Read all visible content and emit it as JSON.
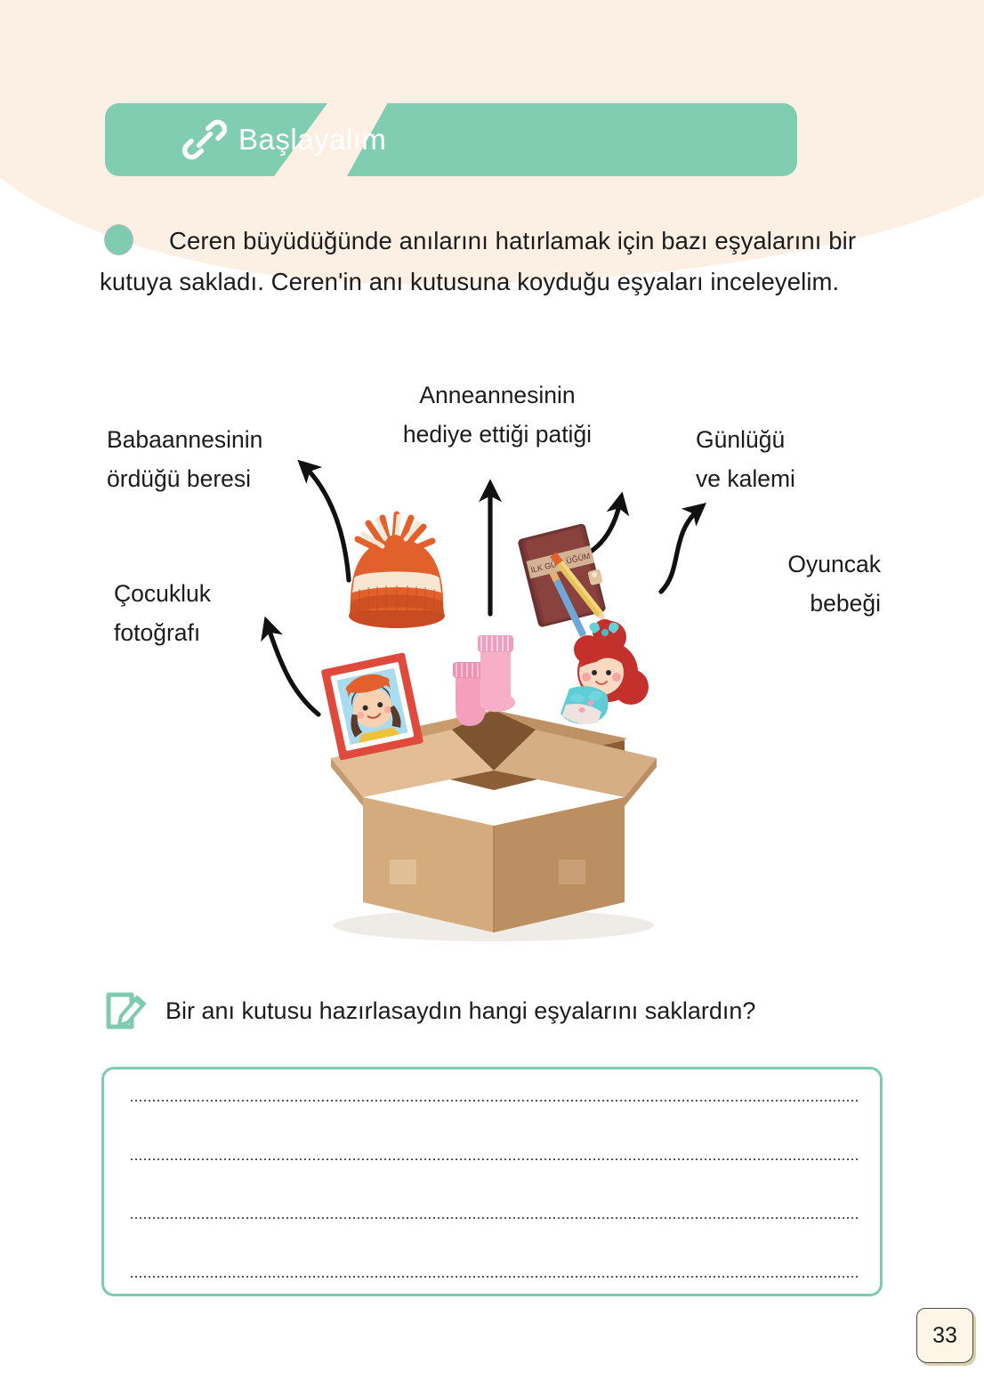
{
  "page": {
    "number": "33",
    "background_color": "#ffffff",
    "accent_color": "#80cdb2",
    "cream_color": "#fcefe3"
  },
  "header": {
    "icon": "link-chain-icon",
    "title": "Başlayalım"
  },
  "intro": {
    "bullet": "circle-bullet",
    "text": "Ceren büyüdüğünde anılarını hatırlamak için bazı eşyalarını bir kutuya sakladı. Ceren'in anı kutusuna koyduğu eşyaları inceleyelim."
  },
  "illustration": {
    "title": "memory-box-scene",
    "box": "open-cardboard-box",
    "callouts": [
      {
        "id": "beret",
        "label": "Babaannesinin\nördüğü beresi",
        "object": "orange-knitted-beanie"
      },
      {
        "id": "patik",
        "label": "Anneannesinin\nhediye ettiği patiği",
        "object": "pink-baby-booties"
      },
      {
        "id": "gunluk",
        "label": "Günlüğü\nve kalemi",
        "object": "maroon-diary-with-pencil"
      },
      {
        "id": "oyuncak",
        "label": "Oyuncak\nbebeği",
        "object": "red-haired-doll"
      },
      {
        "id": "foto",
        "label": "Çocukluk\nfotoğrafı",
        "object": "red-framed-child-photo"
      }
    ]
  },
  "question": {
    "icon": "pencil-edit-icon",
    "text": "Bir anı kutusu hazırlasaydın hangi eşyalarını saklardın?"
  },
  "answer_area": {
    "lines": [
      "",
      "",
      "",
      ""
    ],
    "border_color": "#7ecbb0"
  }
}
